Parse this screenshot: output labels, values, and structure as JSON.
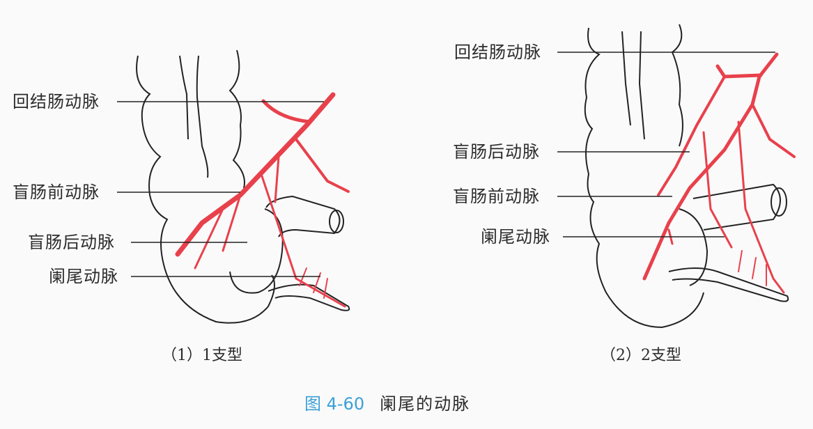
{
  "figure": {
    "number": "图 4-60",
    "title": "阑尾的动脉",
    "number_color": "#3aa0d8",
    "vessel_color": "#e8414c"
  },
  "panels": [
    {
      "caption": "（1）1支型",
      "labels": [
        {
          "text": "回结肠动脉"
        },
        {
          "text": "盲肠前动脉"
        },
        {
          "text": "盲肠后动脉"
        },
        {
          "text": "阑尾动脉"
        }
      ]
    },
    {
      "caption": "（2）2支型",
      "labels": [
        {
          "text": "回结肠动脉"
        },
        {
          "text": "盲肠后动脉"
        },
        {
          "text": "盲肠前动脉"
        },
        {
          "text": "阑尾动脉"
        }
      ]
    }
  ]
}
